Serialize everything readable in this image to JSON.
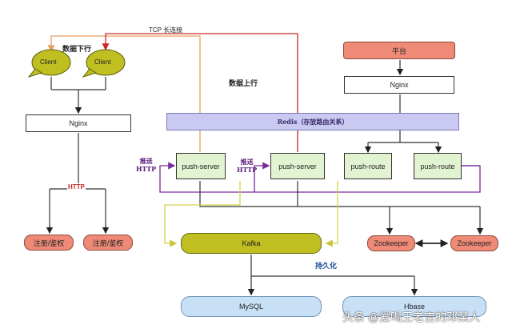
{
  "clients": [
    "Client",
    "Client"
  ],
  "labels": {
    "tcp": "TCP 长连接",
    "downstream": "数据下行",
    "upstream": "数据上行",
    "push_http_1": [
      "推送",
      "HTTP"
    ],
    "push_http_2": [
      "推送",
      "HTTP"
    ],
    "http": "HTTP",
    "persist": "持久化"
  },
  "boxes": {
    "nginx_left": "Nginx",
    "platform": "平台",
    "nginx_right": "Nginx",
    "redis": "Redis（存放路由关系）",
    "push_server_1": "push-server",
    "push_server_2": "push-server",
    "push_route_1": "push-route",
    "push_route_2": "push-route",
    "register_1": "注册/鉴权",
    "register_2": "注册/鉴权",
    "kafka": "Kafka",
    "zookeeper_1": "Zookeeper",
    "zookeeper_2": "Zookeeper",
    "mysql": "MySQL",
    "hbase": "Hbase"
  },
  "watermark": "头条 @爱喝王老吉的邓某人",
  "colors": {
    "red_line": "#c62828",
    "orange_line": "#e8a060",
    "purple_line": "#7a2a9a",
    "yellow_line": "#d6d24a"
  }
}
